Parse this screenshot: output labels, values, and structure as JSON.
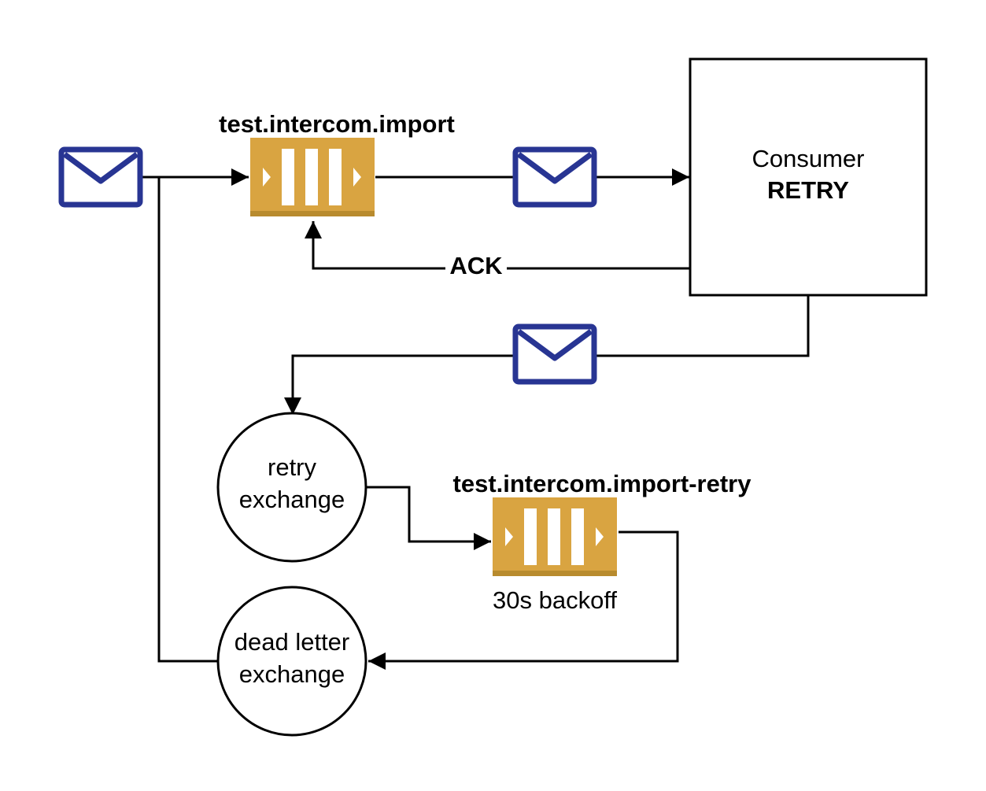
{
  "queues": {
    "main": {
      "name": "test.intercom.import"
    },
    "retry": {
      "name": "test.intercom.import-retry",
      "note": "30s backoff"
    }
  },
  "consumer": {
    "line1": "Consumer",
    "line2": "RETRY"
  },
  "edges": {
    "ack_label": "ACK"
  },
  "exchanges": {
    "retry": {
      "line1": "retry",
      "line2": "exchange"
    },
    "dead_letter": {
      "line1": "dead letter",
      "line2": "exchange"
    }
  },
  "icons": {
    "message": "envelope-icon",
    "queue": "queue-icon"
  },
  "colors": {
    "envelope": "#283593",
    "queue_fill": "#D9A441",
    "queue_bar": "#ffffff",
    "line": "#000000"
  }
}
